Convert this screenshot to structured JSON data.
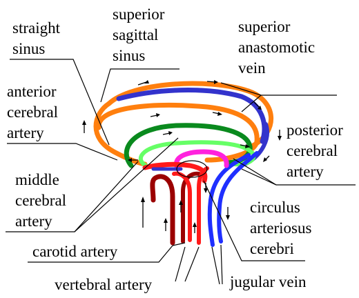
{
  "labels": {
    "straight_sinus": [
      "straight",
      "sinus"
    ],
    "superior_sagittal_sinus": [
      "superior",
      "sagittal",
      "sinus"
    ],
    "superior_anastomotic_vein": [
      "superior",
      "anastomotic",
      "vein"
    ],
    "anterior_cerebral_artery": [
      "anterior",
      "cerebral",
      "artery"
    ],
    "posterior_cerebral_artery": [
      "posterior",
      "cerebral",
      "artery"
    ],
    "middle_cerebral_artery": [
      "middle",
      "cerebral",
      "artery"
    ],
    "circulus_arteriosus_cerebri": [
      "circulus",
      "arteriosus",
      "cerebri"
    ],
    "carotid_artery": [
      "carotid artery"
    ],
    "vertebral_artery": [
      "vertebral artery"
    ],
    "jugular_vein": [
      "jugular vein"
    ]
  },
  "colors": {
    "orange": "#ff7f0e",
    "blue": "#3333cc",
    "bright_blue": "#1f2fff",
    "green": "#0a8a1e",
    "light_green": "#66ff66",
    "magenta": "#ff22dd",
    "red": "#ff1a1a",
    "dark_red": "#9b0000"
  }
}
